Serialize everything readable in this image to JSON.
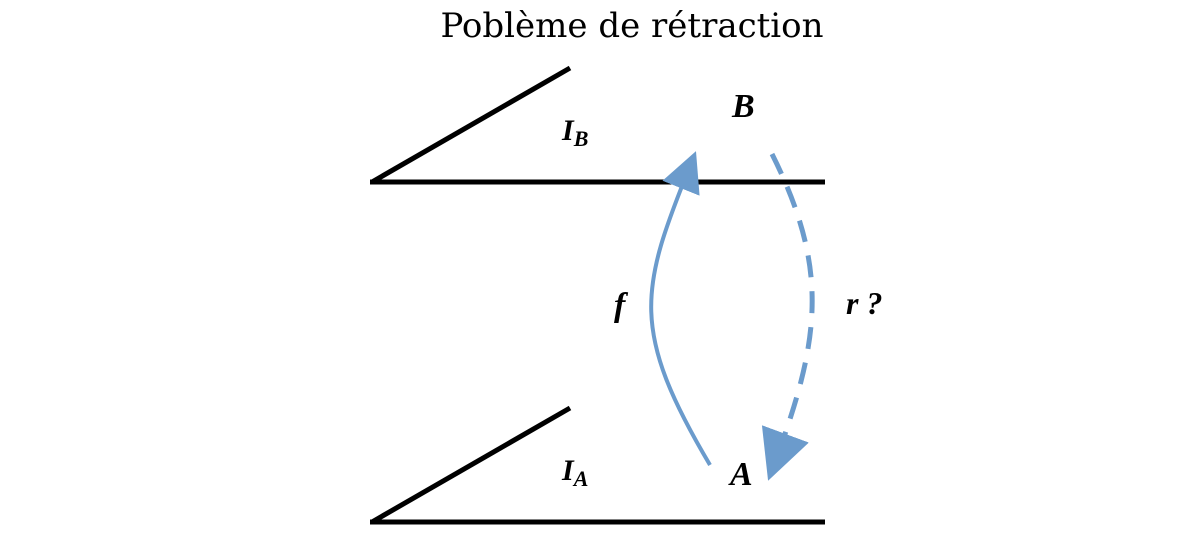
{
  "title": "Poblème de rétraction",
  "labels": {
    "ib": {
      "main": "I",
      "sub": "B"
    },
    "ia": {
      "main": "I",
      "sub": "A"
    },
    "point_b": "B",
    "point_a": "A",
    "f": "f",
    "r": "r ?"
  },
  "colors": {
    "lines": "#000000",
    "arrows": "#6B9BCC"
  }
}
